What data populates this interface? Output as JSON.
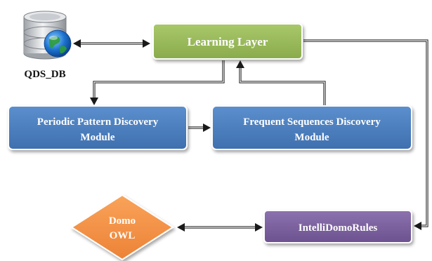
{
  "diagram": {
    "database": {
      "label": "QDS_DB",
      "icon": "database-globe-icon"
    },
    "nodes": {
      "learning_layer": "Learning Layer",
      "periodic_line1": "Periodic Pattern Discovery",
      "periodic_line2": "Module",
      "frequent_line1": "Frequent Sequences Discovery",
      "frequent_line2": "Module",
      "domo_line1": "Domo",
      "domo_line2": "OWL",
      "intellidomo": "IntelliDomoRules"
    },
    "colors": {
      "learning_layer": "#9bbb59",
      "discovery_modules": "#4f81bd",
      "domo_owl": "#f79646",
      "intellidomo": "#8064a2",
      "connector": "#1a1a1a"
    }
  }
}
